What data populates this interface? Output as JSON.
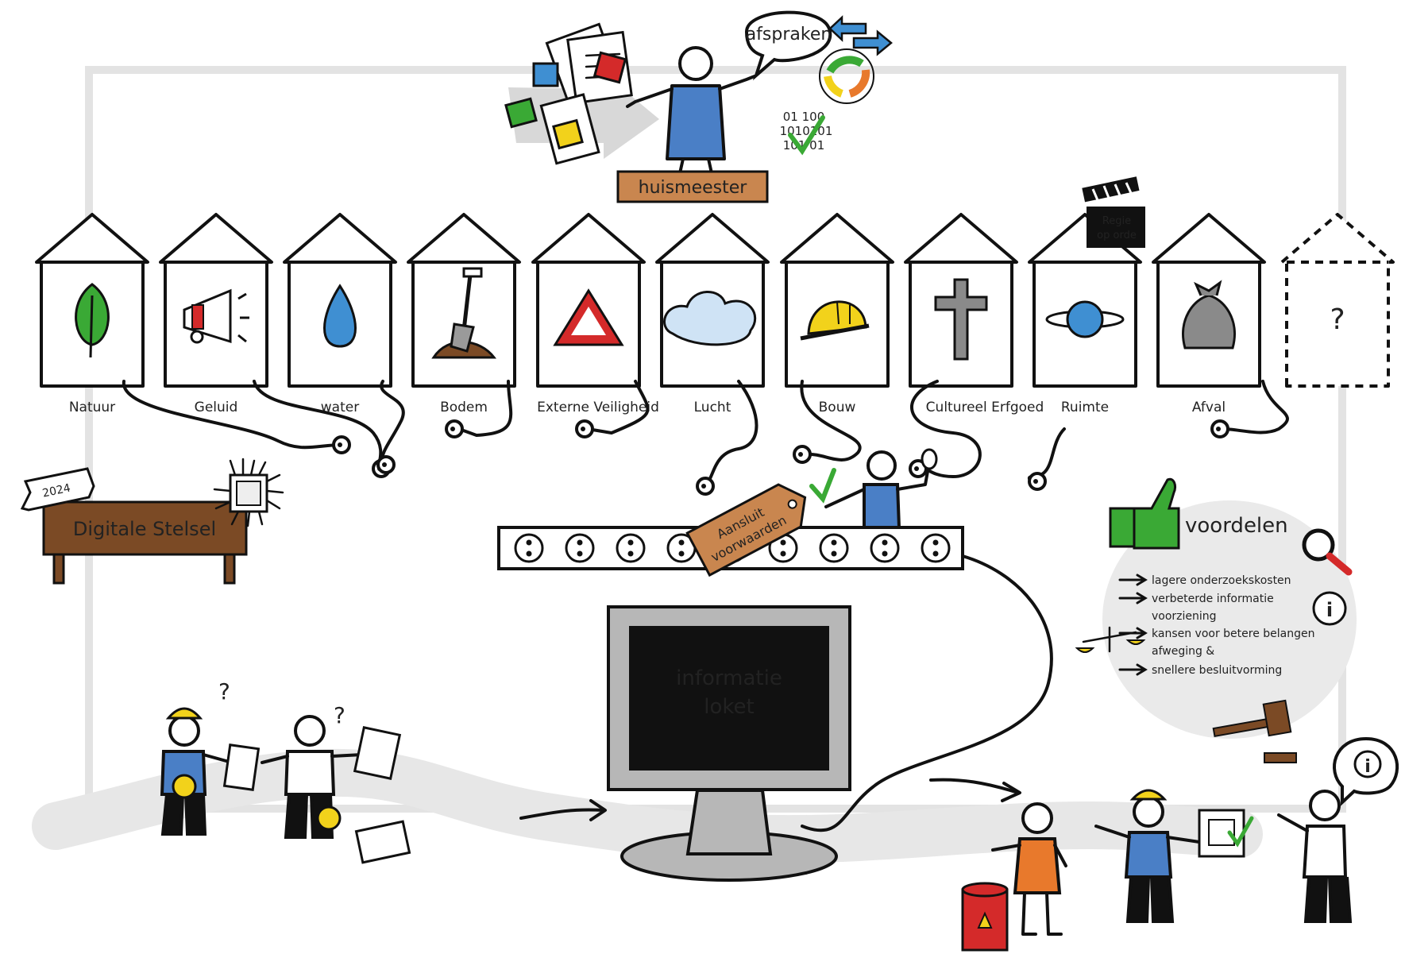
{
  "top": {
    "role_sign": "huismeester",
    "speech": "afspraken",
    "binary": [
      "01 100",
      "1010101",
      "101 01"
    ]
  },
  "houses": [
    {
      "label": "Natuur",
      "icon": "leaf-icon"
    },
    {
      "label": "Geluid",
      "icon": "megaphone-icon"
    },
    {
      "label": "water",
      "icon": "water-drop-icon"
    },
    {
      "label": "Bodem",
      "icon": "shovel-icon"
    },
    {
      "label": "Externe Veiligheid",
      "icon": "warning-triangle-icon"
    },
    {
      "label": "Lucht",
      "icon": "cloud-icon"
    },
    {
      "label": "Bouw",
      "icon": "hard-hat-icon"
    },
    {
      "label": "Cultureel Erfgoed",
      "icon": "cross-icon"
    },
    {
      "label": "Ruimte",
      "icon": "planet-icon"
    },
    {
      "label": "Afval",
      "icon": "trash-bag-icon"
    },
    {
      "label": "",
      "icon": "question-mark-icon",
      "text": "?"
    }
  ],
  "clapper": {
    "line1": "Regie",
    "line2": "op orde"
  },
  "stelsel": {
    "sign": "Digitale Stelsel",
    "banner": "2024"
  },
  "tag": {
    "line1": "Aansluit",
    "line2": "voorwaarden"
  },
  "monitor": {
    "line1": "informatie",
    "line2": "loket"
  },
  "voordelen": {
    "title": "voordelen",
    "items": [
      "lagere onderzoekskosten",
      "verbeterde informatie",
      "voorziening",
      "kansen voor betere belangen",
      "afweging &",
      "snellere besluitvorming"
    ]
  },
  "colors": {
    "green": "#3aa935",
    "blue": "#3f8fd2",
    "red": "#d42a2a",
    "yellow": "#f2d21b",
    "brown": "#7b4a25",
    "worker_blue": "#4a7fc6",
    "orange": "#e8792c"
  }
}
